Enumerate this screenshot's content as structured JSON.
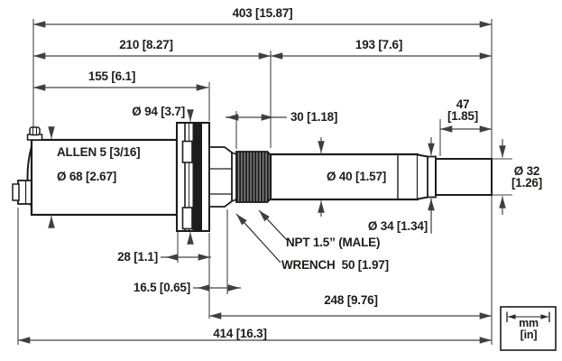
{
  "drawing": {
    "dimensions": {
      "overall_with_tip": "403 [15.87]",
      "rear_section": "210 [8.27]",
      "front_section": "193 [7.6]",
      "body_length": "155 [6.1]",
      "flange_diameter": "Ø 94 [3.7]",
      "thread_length": "30 [1.18]",
      "tip_length_mm": "47",
      "tip_length_in": "[1.85]",
      "allen_key": "ALLEN 5 [3/16]",
      "body_diameter": "Ø 68 [2.67]",
      "shaft_diameter": "Ø 40 [1.57]",
      "tip_diameter_mm": "Ø 32",
      "tip_diameter_in": "[1.26]",
      "neck_diameter": "Ø 34 [1.34]",
      "thread_spec": "NPT 1.5” (MALE)",
      "wrench_size": "WRENCH  50 [1.97]",
      "flange_width": "28 [1.1]",
      "flange_offset": "16.5 [0.65]",
      "front_assembly_length": "248 [9.76]",
      "overall_length": "414 [16.3]"
    },
    "legend": {
      "primary_unit": "mm",
      "secondary_unit": "[in]"
    },
    "colors": {
      "outline": "#1c1c1c",
      "dimension_lines": "#454545",
      "text": "#1d1d1b"
    }
  }
}
